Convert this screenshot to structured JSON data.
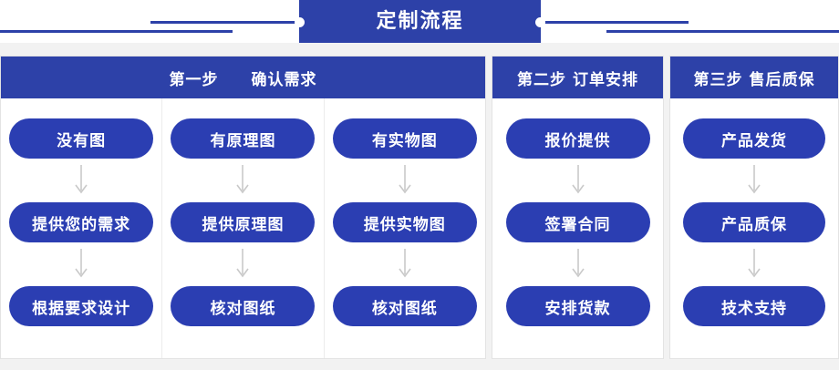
{
  "banner": {
    "title": "定制流程",
    "accent_color": "#2d41a8",
    "notch_left_icon": "circle-notch-icon",
    "notch_right_icon": "circle-notch-icon"
  },
  "colors": {
    "header_blue": "#2d41a8",
    "pill_blue": "#2b3eb2",
    "page_background": "#f2f2f2",
    "panel_background": "#ffffff",
    "divider": "#ececec",
    "arrow_gray": "#c9c9c9"
  },
  "sections": [
    {
      "heading": "第一步　　确认需求",
      "columns": [
        {
          "steps": [
            "没有图",
            "提供您的需求",
            "根据要求设计"
          ]
        },
        {
          "steps": [
            "有原理图",
            "提供原理图",
            "核对图纸"
          ]
        },
        {
          "steps": [
            "有实物图",
            "提供实物图",
            "核对图纸"
          ]
        }
      ]
    },
    {
      "heading": "第二步 订单安排",
      "columns": [
        {
          "steps": [
            "报价提供",
            "签署合同",
            "安排货款"
          ]
        }
      ]
    },
    {
      "heading": "第三步 售后质保",
      "columns": [
        {
          "steps": [
            "产品发货",
            "产品质保",
            "技术支持"
          ]
        }
      ]
    }
  ],
  "icons": {
    "arrow_down": "arrow-down-icon"
  }
}
